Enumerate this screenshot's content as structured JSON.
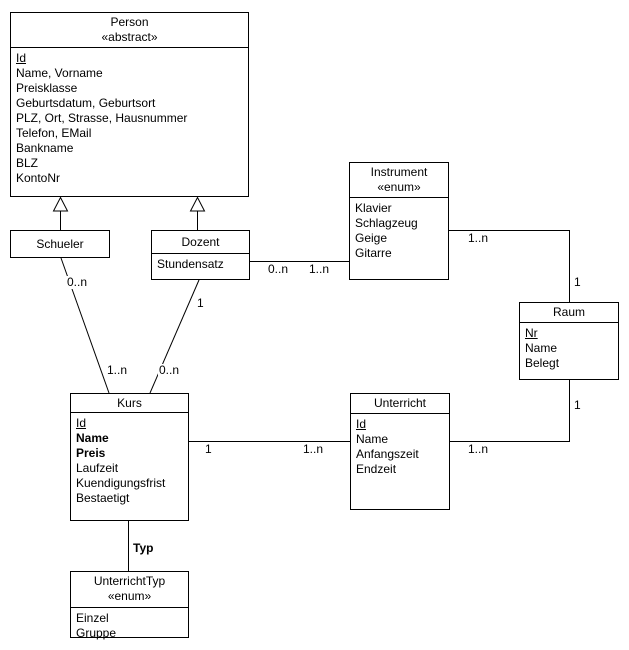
{
  "diagram": {
    "type": "uml-class-diagram",
    "colors": {
      "background": "#ffffff",
      "stroke": "#000000",
      "text": "#000000"
    },
    "classes": {
      "person": {
        "title": "Person",
        "stereotype": "«abstract»",
        "attributes": [
          {
            "text": "Id",
            "underline": true
          },
          {
            "text": "Name, Vorname"
          },
          {
            "text": "Preisklasse"
          },
          {
            "text": "Geburtsdatum, Geburtsort"
          },
          {
            "text": "PLZ, Ort, Strasse, Hausnummer"
          },
          {
            "text": "Telefon, EMail"
          },
          {
            "text": "Bankname"
          },
          {
            "text": "BLZ"
          },
          {
            "text": "KontoNr"
          }
        ]
      },
      "schueler": {
        "title": "Schueler",
        "attributes": []
      },
      "dozent": {
        "title": "Dozent",
        "attributes": [
          {
            "text": "Stundensatz"
          }
        ]
      },
      "instrument": {
        "title": "Instrument",
        "stereotype": "«enum»",
        "attributes": [
          {
            "text": "Klavier"
          },
          {
            "text": "Schlagzeug"
          },
          {
            "text": "Geige"
          },
          {
            "text": "Gitarre"
          }
        ]
      },
      "raum": {
        "title": "Raum",
        "attributes": [
          {
            "text": "Nr",
            "underline": true
          },
          {
            "text": "Name"
          },
          {
            "text": "Belegt"
          }
        ]
      },
      "kurs": {
        "title": "Kurs",
        "attributes": [
          {
            "text": "Id",
            "underline": true
          },
          {
            "text": "Name",
            "bold": true
          },
          {
            "text": "Preis",
            "bold": true
          },
          {
            "text": "Laufzeit"
          },
          {
            "text": "Kuendigungsfrist"
          },
          {
            "text": "Bestaetigt"
          }
        ]
      },
      "unterricht": {
        "title": "Unterricht",
        "attributes": [
          {
            "text": "Id",
            "underline": true
          },
          {
            "text": "Name"
          },
          {
            "text": "Anfangszeit"
          },
          {
            "text": "Endzeit"
          }
        ]
      },
      "unterrichttyp": {
        "title": "UnterrichtTyp",
        "stereotype": "«enum»",
        "attributes": [
          {
            "text": "Einzel"
          },
          {
            "text": "Gruppe"
          }
        ]
      }
    },
    "edges": [
      {
        "name": "schueler-person",
        "type": "generalization"
      },
      {
        "name": "dozent-person",
        "type": "generalization"
      },
      {
        "name": "dozent-instrument",
        "type": "association",
        "source_label": "0..n",
        "target_label": "1..n"
      },
      {
        "name": "instrument-raum",
        "type": "association",
        "source_label": "1..n",
        "target_label": "1"
      },
      {
        "name": "schueler-kurs",
        "type": "association",
        "source_label": "0..n",
        "target_label": "1..n"
      },
      {
        "name": "dozent-kurs",
        "type": "association",
        "source_label": "1",
        "target_label": "0..n"
      },
      {
        "name": "kurs-unterricht",
        "type": "association",
        "source_label": "1",
        "target_label": "1..n"
      },
      {
        "name": "unterricht-raum",
        "type": "association",
        "source_label": "1..n",
        "target_label": "1"
      },
      {
        "name": "kurs-unterrichttyp",
        "type": "association",
        "label": "Typ"
      }
    ]
  }
}
